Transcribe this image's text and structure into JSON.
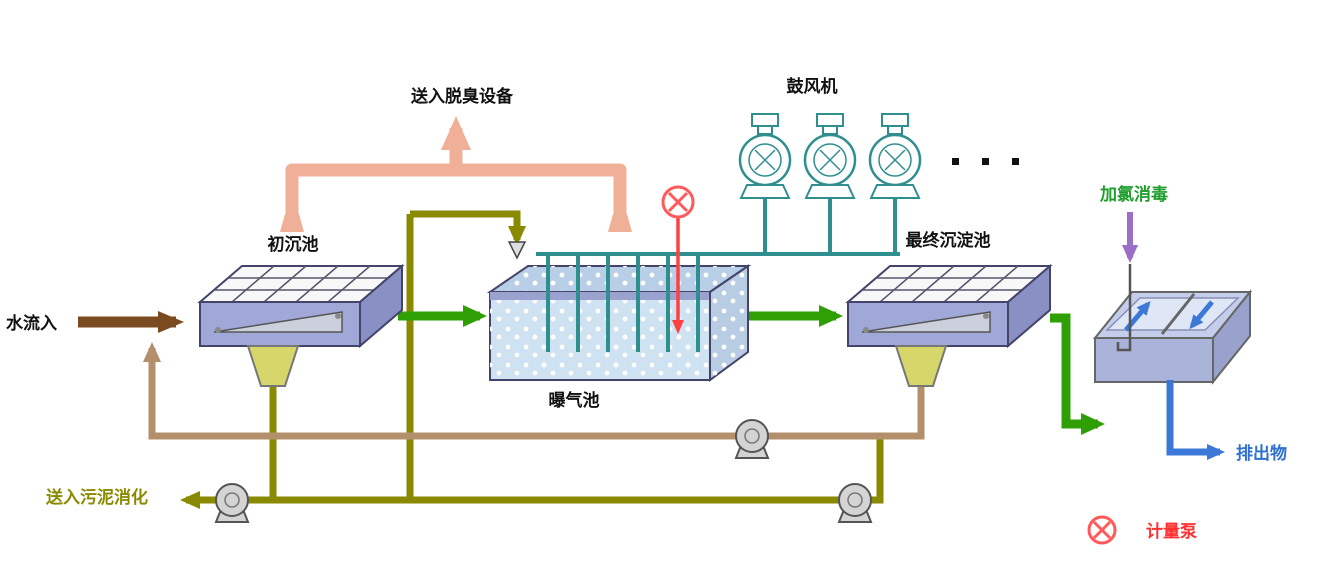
{
  "diagram": {
    "labels": {
      "inflow": "水流入",
      "primary_tank": "初沉池",
      "deodorizer": "送入脱臭设备",
      "blowers": "鼓风机",
      "aeration_tank": "曝气池",
      "final_tank": "最终沉淀池",
      "chlorination": "加氯消毒",
      "outflow": "排出物",
      "sludge_digestion": "送入污泥消化"
    },
    "legend": {
      "metering_pump": "计量泵"
    },
    "colors": {
      "flow_arrow_green": "#2ea006",
      "inflow_brown": "#7a4a20",
      "sludge_line_olive": "#8a8a00",
      "return_line_tan": "#b3906b",
      "air_pipe_teal": "#2f8f8f",
      "offgas_duct_pink": "#f0b098",
      "dosing_red": "#ff4040",
      "chlorine_purple": "#9b6fc8",
      "effluent_blue": "#3b78d8",
      "tank_body": "#a0a8d8",
      "hopper_yellow": "#d6d66a"
    }
  }
}
